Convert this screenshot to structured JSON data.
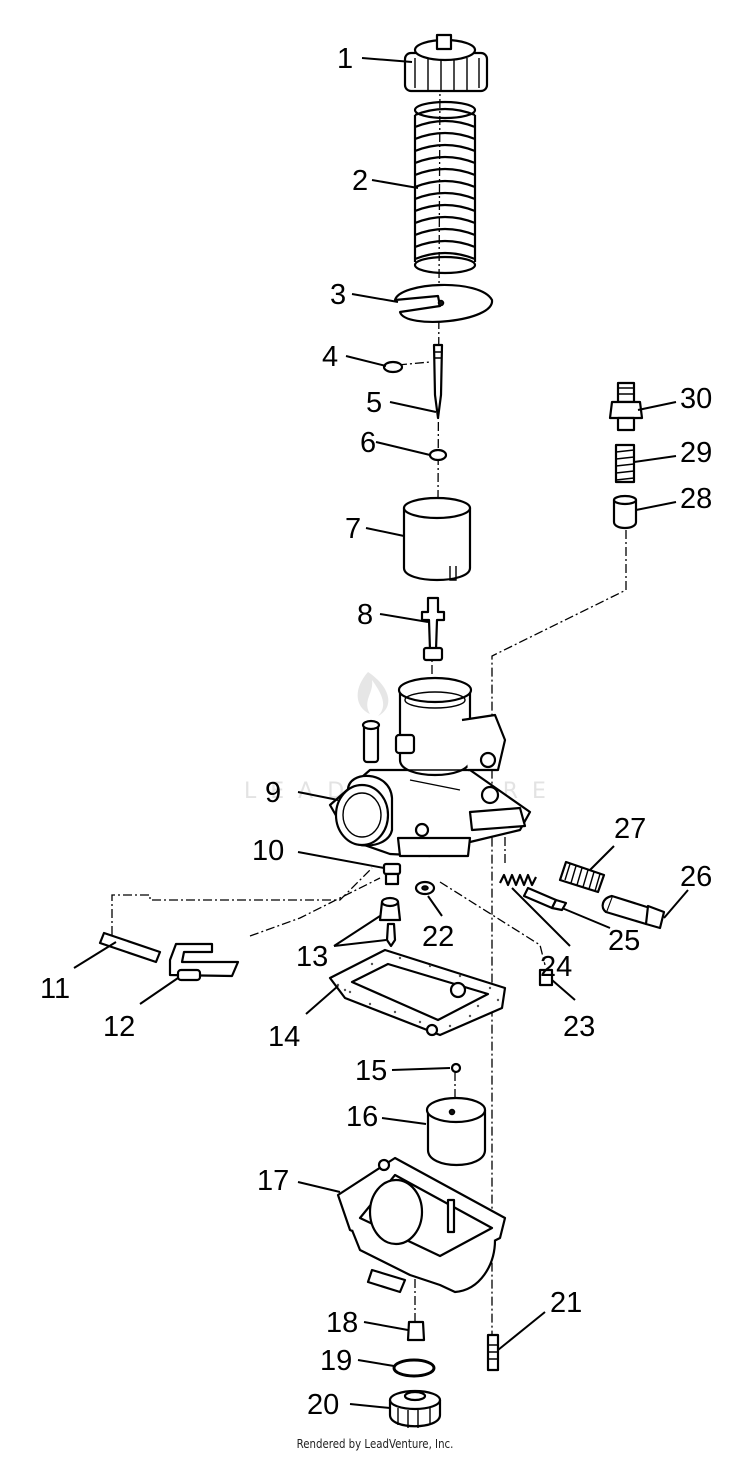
{
  "diagram": {
    "labels": [
      "1",
      "2",
      "3",
      "4",
      "5",
      "6",
      "7",
      "8",
      "9",
      "10",
      "11",
      "12",
      "13",
      "14",
      "15",
      "16",
      "17",
      "18",
      "19",
      "20",
      "21",
      "22",
      "23",
      "24",
      "25",
      "26",
      "27",
      "28",
      "29",
      "30"
    ],
    "watermark": "LEADVENTURE",
    "footer": "Rendered by LeadVenture, Inc."
  },
  "colors": {
    "ink": "#000000",
    "background": "#ffffff",
    "watermark": "#e3e3e3"
  }
}
